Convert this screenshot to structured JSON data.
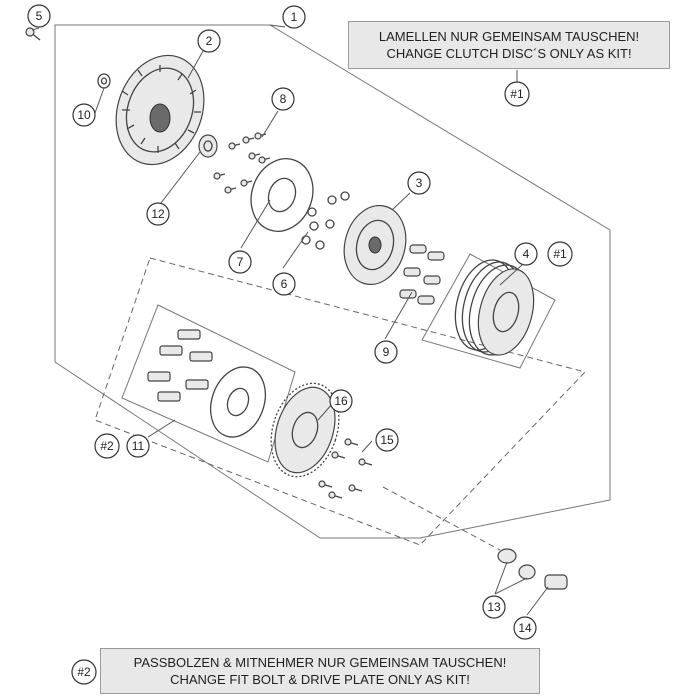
{
  "notes": {
    "top": {
      "line1": "LAMELLEN NUR GEMEINSAM TAUSCHEN!",
      "line2": "CHANGE CLUTCH DISC´S ONLY AS KIT!"
    },
    "bottom": {
      "line1": "PASSBOLZEN & MITNEHMER NUR GEMEINSAM TAUSCHEN!",
      "line2": "CHANGE FIT BOLT & DRIVE PLATE ONLY AS KIT!"
    }
  },
  "callouts": {
    "c1": "1",
    "c2": "2",
    "c3": "3",
    "c4": "4",
    "c5": "5",
    "c6": "6",
    "c7": "7",
    "c8": "8",
    "c9": "9",
    "c10": "10",
    "c11": "11",
    "c12": "12",
    "c13": "13",
    "c14": "14",
    "c15": "15",
    "c16": "16",
    "kit1_top": "#1",
    "kit1_part4": "#1",
    "kit2_part11": "#2",
    "kit2_bottom": "#2"
  }
}
